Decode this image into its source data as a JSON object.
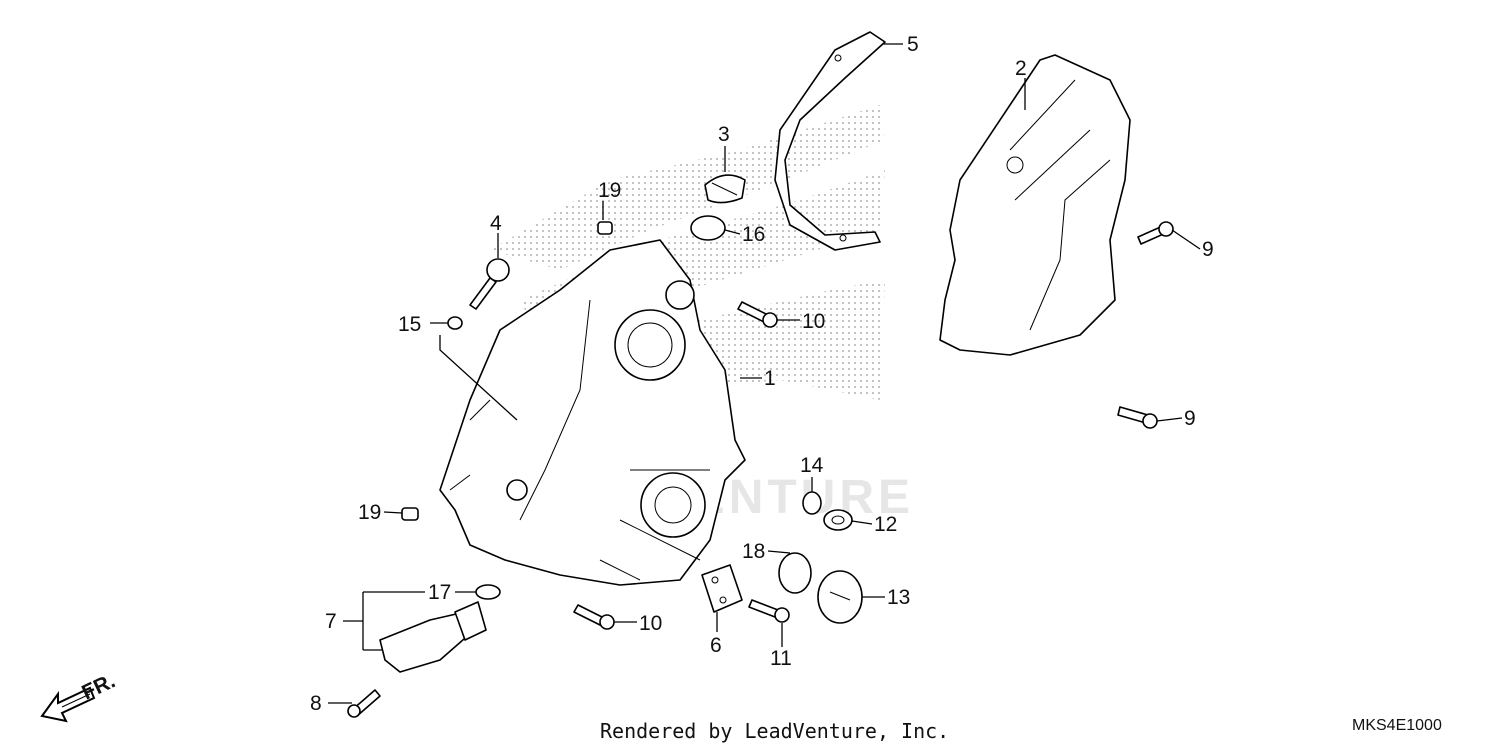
{
  "callouts": {
    "c1": "1",
    "c2": "2",
    "c3": "3",
    "c4": "4",
    "c5": "5",
    "c6": "6",
    "c7": "7",
    "c8": "8",
    "c9a": "9",
    "c9b": "9",
    "c10a": "10",
    "c10b": "10",
    "c11": "11",
    "c12": "12",
    "c13": "13",
    "c14": "14",
    "c15": "15",
    "c16": "16",
    "c17": "17",
    "c18": "18",
    "c19a": "19",
    "c19b": "19"
  },
  "direction_arrow": {
    "label": "FR."
  },
  "watermark": {
    "text": "LEADVENTURE"
  },
  "footer": {
    "credit": "Rendered by LeadVenture, Inc.",
    "diagram_code": "MKS4E1000"
  },
  "colors": {
    "ink": "#000000",
    "watermark": "#e6e6e6",
    "background": "#ffffff"
  }
}
